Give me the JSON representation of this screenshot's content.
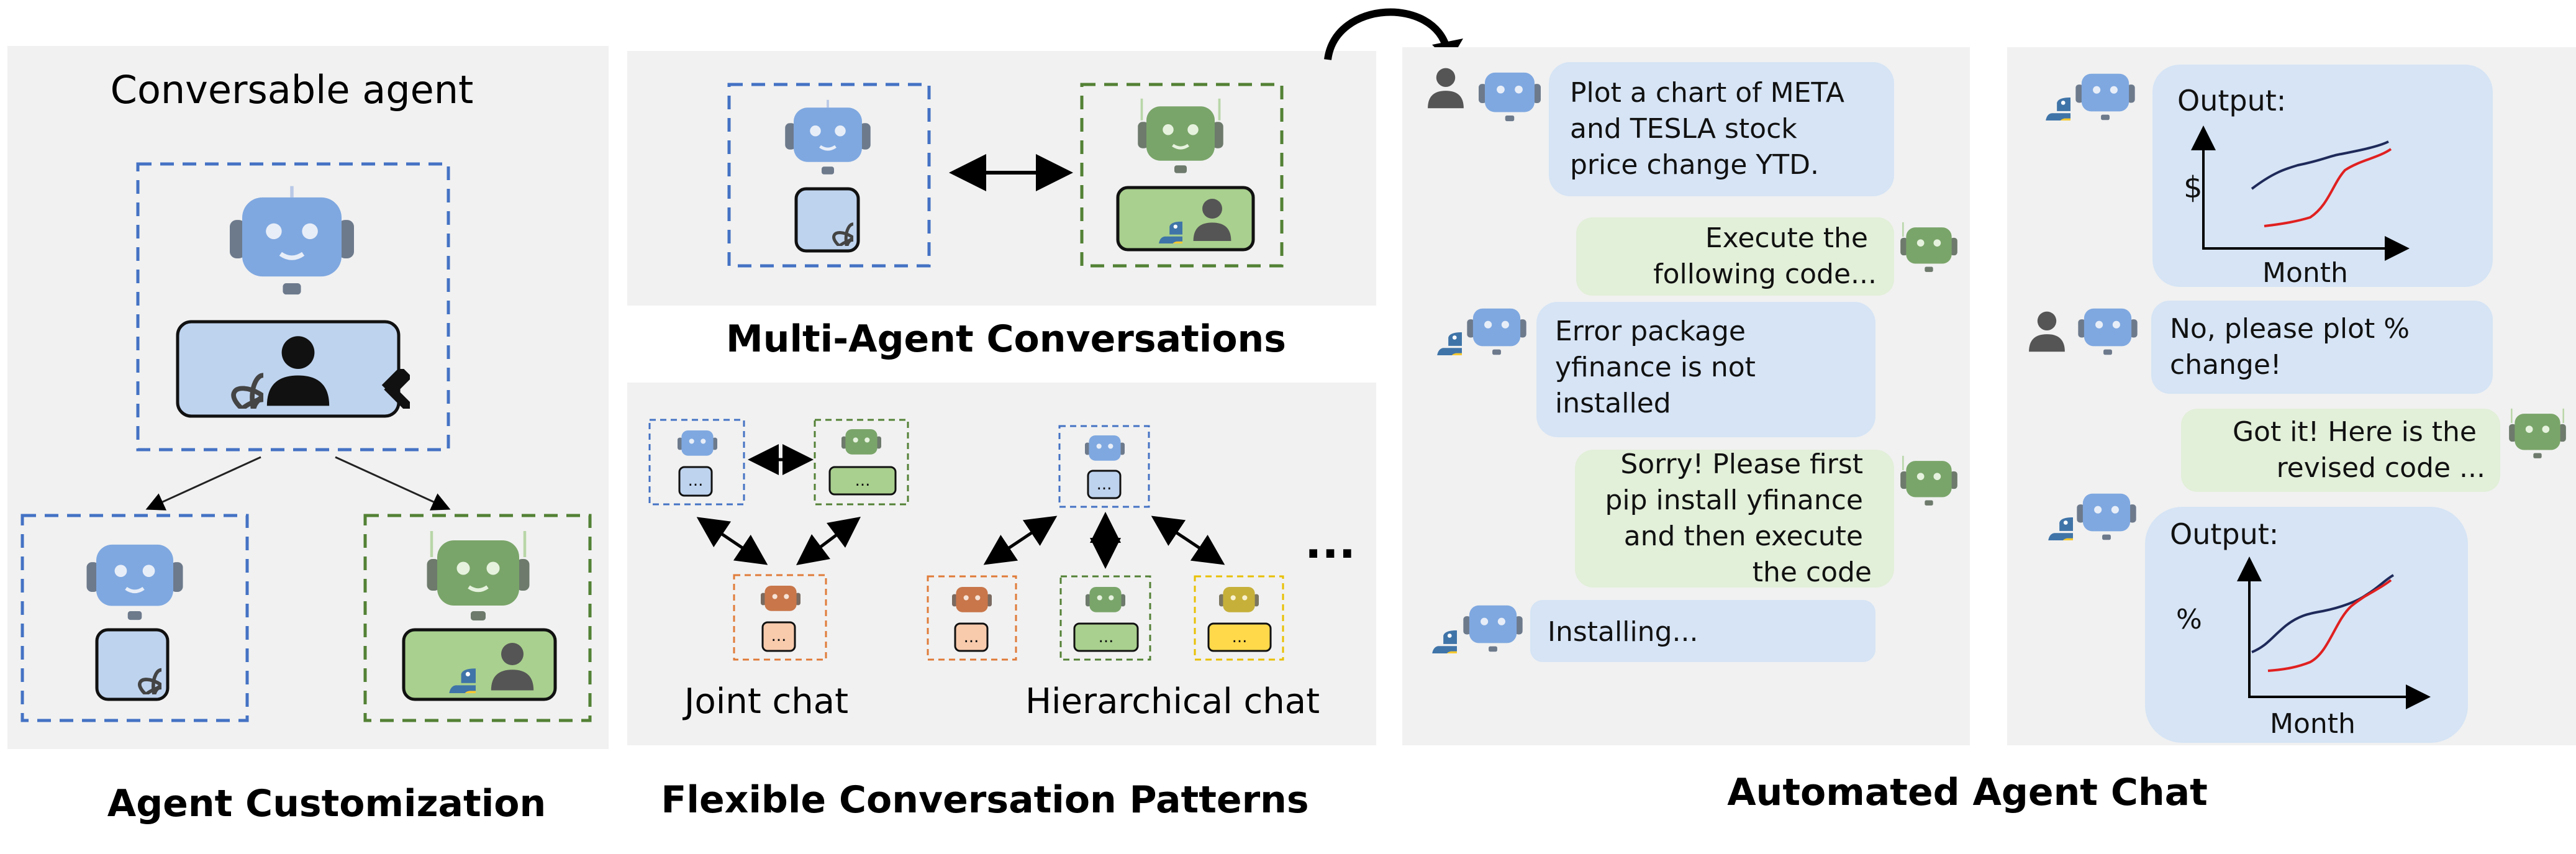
{
  "customization": {
    "title": "Conversable agent",
    "caption": "Agent Customization"
  },
  "multi_agent": {
    "caption": "Multi-Agent Conversations"
  },
  "patterns": {
    "joint_label": "Joint chat",
    "hierarchical_label": "Hierarchical chat",
    "ellipsis": "...",
    "caption": "Flexible Conversation Patterns",
    "box_dots": "..."
  },
  "chat": {
    "caption": "Automated Agent Chat",
    "messages_left": [
      {
        "lines": [
          "Plot a chart of META",
          "and TESLA stock",
          "price change YTD."
        ]
      },
      {
        "lines": [
          "Execute the",
          "following code..."
        ]
      },
      {
        "lines": [
          "Error package",
          "yfinance is not",
          "installed"
        ]
      },
      {
        "lines": [
          "Sorry! Please first",
          "pip install yfinance",
          "and then execute",
          "the code"
        ]
      },
      {
        "lines": [
          "Installing..."
        ]
      }
    ],
    "messages_right": [
      {
        "output_label": "Output:",
        "y_axis": "$",
        "x_axis": "Month"
      },
      {
        "lines": [
          "No, please plot %",
          "change!"
        ]
      },
      {
        "lines": [
          "Got it! Here is the",
          "revised code ..."
        ]
      },
      {
        "output_label": "Output:",
        "y_axis": "%",
        "x_axis": "Month"
      }
    ]
  },
  "colors": {
    "panel_bg": "#f1f1f1",
    "blue_dash": "#4472c4",
    "green_dash": "#538135",
    "orange_dash": "#e07b39",
    "yellow_dash": "#e8c000",
    "blue_robot": "#7fa8e0",
    "green_robot": "#7aa56a",
    "orange_robot": "#c8764a",
    "yellow_robot": "#c6b03a",
    "bubble_blue": "#d6e4f5",
    "bubble_green": "#e2efd9",
    "line_dark": "#1f2a5a",
    "line_red": "#e02020"
  },
  "icons": [
    "openai-icon",
    "human-icon",
    "tools-icon",
    "python-icon",
    "robot-icon"
  ]
}
